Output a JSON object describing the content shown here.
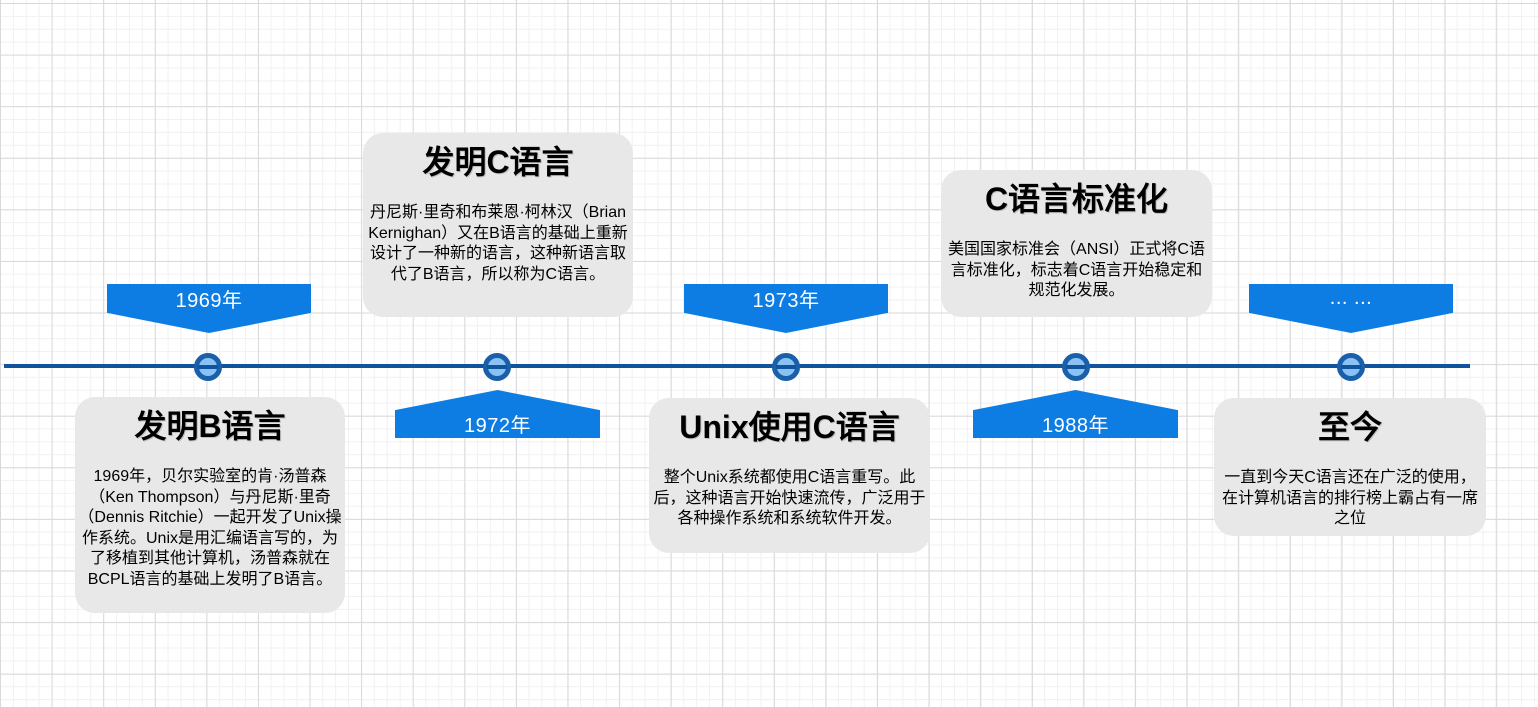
{
  "diagram": {
    "subject": "History of the C language timeline",
    "colors": {
      "banner_blue": "#0d7de4",
      "axis_blue": "#11549d",
      "node_ring_blue": "#1a5fa9",
      "node_fill_blue": "#8ac2f5",
      "card_gray": "#e8e8e8",
      "banner_text": "#ffffff",
      "card_text": "#000000"
    }
  },
  "timeline": {
    "events": [
      {
        "year": "1969年",
        "year_position": "above",
        "title": "发明B语言",
        "card_position": "below",
        "description": "1969年，贝尔实验室的肯·汤普森（Ken Thompson）与丹尼斯·里奇（Dennis Ritchie）一起开发了Unix操作系统。Unix是用汇编语言写的，为了移植到其他计算机，汤普森就在BCPL语言的基础上发明了B语言。"
      },
      {
        "year": "1972年",
        "year_position": "below",
        "title": "发明C语言",
        "card_position": "above",
        "description": "丹尼斯·里奇和布莱恩·柯林汉（Brian Kernighan）又在B语言的基础上重新设计了一种新的语言，这种新语言取代了B语言，所以称为C语言。"
      },
      {
        "year": "1973年",
        "year_position": "above",
        "title": "Unix使用C语言",
        "card_position": "below",
        "description": "整个Unix系统都使用C语言重写。此后，这种语言开始快速流传，广泛用于各种操作系统和系统软件开发。"
      },
      {
        "year": "1988年",
        "year_position": "below",
        "title": "C语言标准化",
        "card_position": "above",
        "description": "美国国家标准会（ANSI）正式将C语言标准化，标志着C语言开始稳定和规范化发展。"
      },
      {
        "year": "... ...",
        "year_position": "above",
        "title": "至今",
        "card_position": "below",
        "description": "一直到今天C语言还在广泛的使用，在计算机语言的排行榜上霸占有一席之位"
      }
    ]
  }
}
